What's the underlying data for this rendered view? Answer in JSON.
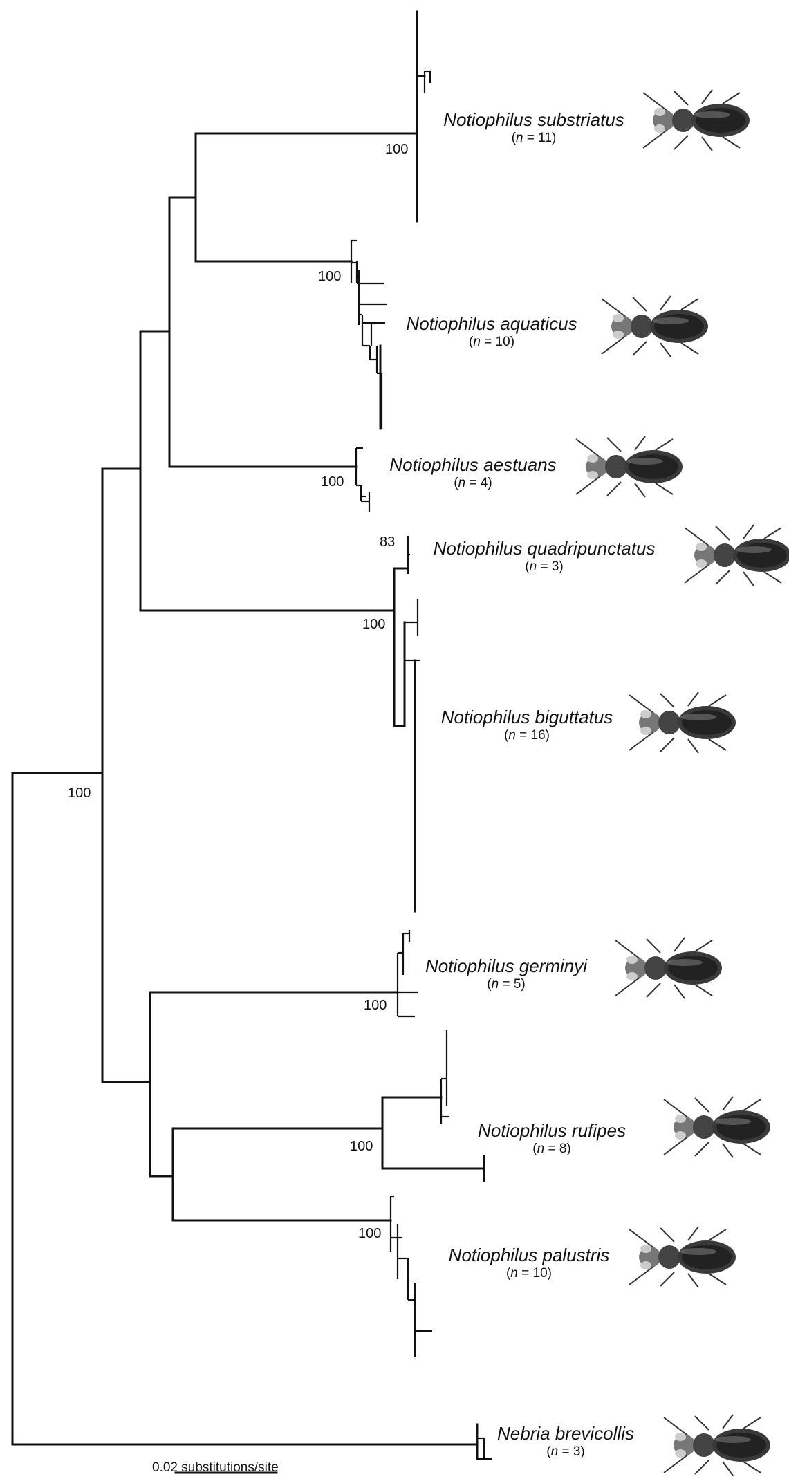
{
  "figure": {
    "scale_bar_label": "0.02 substitutions/site",
    "n_symbol": "n"
  },
  "taxa": [
    {
      "key": "substriatus",
      "name": "Notiophilus substriatus",
      "n": "11",
      "image_icon": "beetle-photo"
    },
    {
      "key": "aquaticus",
      "name": "Notiophilus aquaticus",
      "n": "10",
      "image_icon": "beetle-photo"
    },
    {
      "key": "aestuans",
      "name": "Notiophilus aestuans",
      "n": "4",
      "image_icon": "beetle-photo"
    },
    {
      "key": "quadripunctatus",
      "name": "Notiophilus quadripunctatus",
      "n": "3",
      "image_icon": "beetle-photo"
    },
    {
      "key": "biguttatus",
      "name": "Notiophilus biguttatus",
      "n": "16",
      "image_icon": "beetle-photo"
    },
    {
      "key": "germinyi",
      "name": "Notiophilus germinyi",
      "n": "5",
      "image_icon": "beetle-photo"
    },
    {
      "key": "rufipes",
      "name": "Notiophilus rufipes",
      "n": "8",
      "image_icon": "beetle-photo"
    },
    {
      "key": "palustris",
      "name": "Notiophilus palustris",
      "n": "10",
      "image_icon": "beetle-photo"
    },
    {
      "key": "brevicollis",
      "name": "Nebria brevicollis",
      "n": "3",
      "image_icon": "beetle-photo"
    }
  ],
  "supports": {
    "root": "100",
    "substriatus": "100",
    "aquaticus": "100",
    "aestuans": "100",
    "quadripunctatus": "83",
    "quad_biguttatus": "100",
    "germinyi": "100",
    "rufipes": "100",
    "palustris": "100"
  }
}
